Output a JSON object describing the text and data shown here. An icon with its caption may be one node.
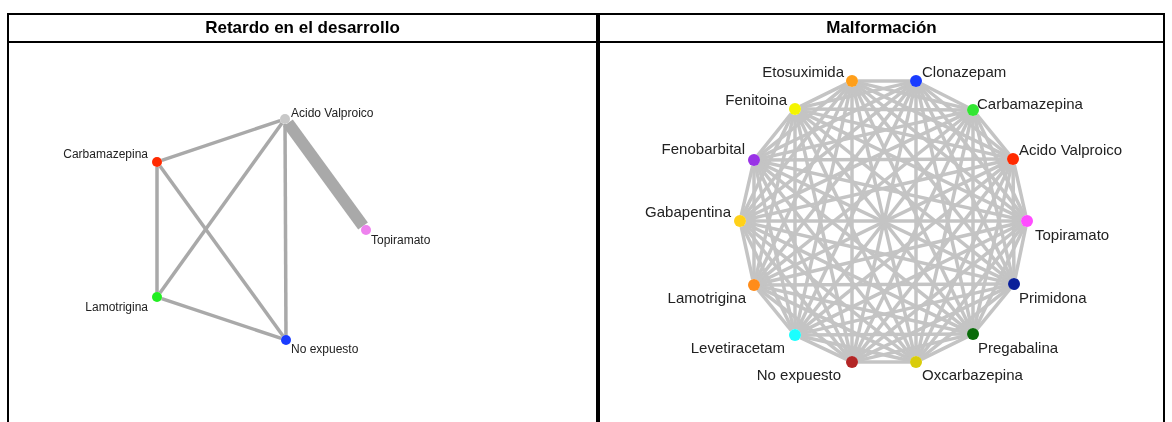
{
  "diagram": {
    "nodes": [
      {
        "text": [
          "Retardo en el desarrollo"
        ]
      },
      {
        "text": [],
        "shape": "circle",
        "beside": [
          "Acido Valproico"
        ],
        "in": 0
      },
      {
        "text": [],
        "shape": "circle",
        "beside": [
          "Carbamazepina"
        ],
        "in": 0
      },
      {
        "text": [],
        "shape": "circle",
        "beside": [
          "Topiramato"
        ],
        "in": 0
      },
      {
        "text": [],
        "shape": "circle",
        "beside": [
          "Lamotrigina"
        ],
        "in": 0
      },
      {
        "text": [],
        "shape": "circle",
        "beside": [
          "No expuesto"
        ],
        "in": 0
      },
      {
        "text": [
          "Malformación"
        ]
      },
      {
        "text": [],
        "shape": "circle",
        "beside": [
          "Etosuximida"
        ],
        "in": 6
      },
      {
        "text": [],
        "shape": "circle",
        "beside": [
          "Clonazepam"
        ],
        "in": 6
      },
      {
        "text": [],
        "shape": "circle",
        "beside": [
          "Fenitoina"
        ],
        "in": 6
      },
      {
        "text": [],
        "shape": "circle",
        "beside": [
          "Carbamazepina"
        ],
        "in": 6
      },
      {
        "text": [],
        "shape": "circle",
        "beside": [
          "Fenobarbital"
        ],
        "in": 6
      },
      {
        "text": [],
        "shape": "circle",
        "beside": [
          "Acido Valproico"
        ],
        "in": 6
      },
      {
        "text": [],
        "shape": "circle",
        "beside": [
          "Gabapentina"
        ],
        "in": 6
      },
      {
        "text": [],
        "shape": "circle",
        "beside": [
          "Topiramato"
        ],
        "in": 6
      },
      {
        "text": [],
        "shape": "circle",
        "beside": [
          "Lamotrigina"
        ],
        "in": 6
      },
      {
        "text": [],
        "shape": "circle",
        "beside": [
          "Primidona"
        ],
        "in": 6
      },
      {
        "text": [],
        "shape": "circle",
        "beside": [
          "Levetiracetam"
        ],
        "in": 6
      },
      {
        "text": [],
        "shape": "circle",
        "beside": [
          "Pregabalina"
        ],
        "in": 6
      },
      {
        "text": [],
        "shape": "circle",
        "beside": [
          "No expuesto"
        ],
        "in": 6
      },
      {
        "text": [],
        "shape": "circle",
        "beside": [
          "Oxcarbazepina"
        ],
        "in": 6
      }
    ],
    "edges": [
      {
        "from": 1,
        "to": 2,
        "arrow": "none"
      },
      {
        "from": 1,
        "to": 3,
        "arrow": "none",
        "style": "thick"
      },
      {
        "from": 1,
        "to": 4,
        "arrow": "none"
      },
      {
        "from": 1,
        "to": 5,
        "arrow": "none"
      },
      {
        "from": 2,
        "to": 4,
        "arrow": "none"
      },
      {
        "from": 2,
        "to": 5,
        "arrow": "none"
      },
      {
        "from": 4,
        "to": 5,
        "arrow": "none"
      },
      {
        "from": 7,
        "to": 8,
        "arrow": "none"
      },
      {
        "from": 7,
        "to": 9,
        "arrow": "none"
      },
      {
        "from": 7,
        "to": 10,
        "arrow": "none"
      },
      {
        "from": 7,
        "to": 11,
        "arrow": "none"
      },
      {
        "from": 7,
        "to": 12,
        "arrow": "none"
      },
      {
        "from": 7,
        "to": 13,
        "arrow": "none"
      },
      {
        "from": 7,
        "to": 14,
        "arrow": "none"
      },
      {
        "from": 7,
        "to": 15,
        "arrow": "none"
      },
      {
        "from": 7,
        "to": 16,
        "arrow": "none"
      },
      {
        "from": 7,
        "to": 17,
        "arrow": "none"
      },
      {
        "from": 7,
        "to": 18,
        "arrow": "none"
      },
      {
        "from": 7,
        "to": 19,
        "arrow": "none"
      },
      {
        "from": 7,
        "to": 20,
        "arrow": "none"
      },
      {
        "from": 8,
        "to": 9,
        "arrow": "none"
      },
      {
        "from": 8,
        "to": 10,
        "arrow": "none"
      },
      {
        "from": 8,
        "to": 11,
        "arrow": "none"
      },
      {
        "from": 8,
        "to": 12,
        "arrow": "none"
      },
      {
        "from": 8,
        "to": 13,
        "arrow": "none"
      },
      {
        "from": 8,
        "to": 14,
        "arrow": "none"
      },
      {
        "from": 8,
        "to": 15,
        "arrow": "none"
      },
      {
        "from": 8,
        "to": 16,
        "arrow": "none"
      },
      {
        "from": 8,
        "to": 17,
        "arrow": "none"
      },
      {
        "from": 8,
        "to": 18,
        "arrow": "none"
      },
      {
        "from": 8,
        "to": 19,
        "arrow": "none"
      },
      {
        "from": 8,
        "to": 20,
        "arrow": "none"
      },
      {
        "from": 9,
        "to": 10,
        "arrow": "none"
      },
      {
        "from": 9,
        "to": 11,
        "arrow": "none"
      },
      {
        "from": 9,
        "to": 12,
        "arrow": "none"
      },
      {
        "from": 9,
        "to": 13,
        "arrow": "none"
      },
      {
        "from": 9,
        "to": 14,
        "arrow": "none"
      },
      {
        "from": 9,
        "to": 15,
        "arrow": "none"
      },
      {
        "from": 9,
        "to": 16,
        "arrow": "none"
      },
      {
        "from": 9,
        "to": 17,
        "arrow": "none"
      },
      {
        "from": 9,
        "to": 18,
        "arrow": "none"
      },
      {
        "from": 9,
        "to": 19,
        "arrow": "none"
      },
      {
        "from": 9,
        "to": 20,
        "arrow": "none"
      },
      {
        "from": 10,
        "to": 11,
        "arrow": "none"
      },
      {
        "from": 10,
        "to": 12,
        "arrow": "none"
      },
      {
        "from": 10,
        "to": 13,
        "arrow": "none"
      },
      {
        "from": 10,
        "to": 14,
        "arrow": "none"
      },
      {
        "from": 10,
        "to": 15,
        "arrow": "none"
      },
      {
        "from": 10,
        "to": 16,
        "arrow": "none"
      },
      {
        "from": 10,
        "to": 17,
        "arrow": "none"
      },
      {
        "from": 10,
        "to": 18,
        "arrow": "none"
      },
      {
        "from": 10,
        "to": 19,
        "arrow": "none"
      },
      {
        "from": 10,
        "to": 20,
        "arrow": "none"
      },
      {
        "from": 11,
        "to": 12,
        "arrow": "none"
      },
      {
        "from": 11,
        "to": 13,
        "arrow": "none"
      },
      {
        "from": 11,
        "to": 14,
        "arrow": "none"
      },
      {
        "from": 11,
        "to": 15,
        "arrow": "none"
      },
      {
        "from": 11,
        "to": 16,
        "arrow": "none"
      },
      {
        "from": 11,
        "to": 17,
        "arrow": "none"
      },
      {
        "from": 11,
        "to": 18,
        "arrow": "none"
      },
      {
        "from": 11,
        "to": 19,
        "arrow": "none"
      },
      {
        "from": 11,
        "to": 20,
        "arrow": "none"
      },
      {
        "from": 12,
        "to": 13,
        "arrow": "none"
      },
      {
        "from": 12,
        "to": 14,
        "arrow": "none"
      },
      {
        "from": 12,
        "to": 15,
        "arrow": "none"
      },
      {
        "from": 12,
        "to": 16,
        "arrow": "none"
      },
      {
        "from": 12,
        "to": 17,
        "arrow": "none"
      },
      {
        "from": 12,
        "to": 18,
        "arrow": "none"
      },
      {
        "from": 12,
        "to": 19,
        "arrow": "none"
      },
      {
        "from": 12,
        "to": 20,
        "arrow": "none"
      },
      {
        "from": 13,
        "to": 14,
        "arrow": "none"
      },
      {
        "from": 13,
        "to": 15,
        "arrow": "none"
      },
      {
        "from": 13,
        "to": 16,
        "arrow": "none"
      },
      {
        "from": 13,
        "to": 17,
        "arrow": "none"
      },
      {
        "from": 13,
        "to": 18,
        "arrow": "none"
      },
      {
        "from": 13,
        "to": 19,
        "arrow": "none"
      },
      {
        "from": 13,
        "to": 20,
        "arrow": "none"
      },
      {
        "from": 14,
        "to": 15,
        "arrow": "none"
      },
      {
        "from": 14,
        "to": 16,
        "arrow": "none"
      },
      {
        "from": 14,
        "to": 17,
        "arrow": "none"
      },
      {
        "from": 14,
        "to": 18,
        "arrow": "none"
      },
      {
        "from": 14,
        "to": 19,
        "arrow": "none"
      },
      {
        "from": 14,
        "to": 20,
        "arrow": "none"
      },
      {
        "from": 15,
        "to": 16,
        "arrow": "none"
      },
      {
        "from": 15,
        "to": 17,
        "arrow": "none"
      },
      {
        "from": 15,
        "to": 18,
        "arrow": "none"
      },
      {
        "from": 15,
        "to": 19,
        "arrow": "none"
      },
      {
        "from": 15,
        "to": 20,
        "arrow": "none"
      },
      {
        "from": 16,
        "to": 17,
        "arrow": "none"
      },
      {
        "from": 16,
        "to": 18,
        "arrow": "none"
      },
      {
        "from": 16,
        "to": 19,
        "arrow": "none"
      },
      {
        "from": 16,
        "to": 20,
        "arrow": "none"
      },
      {
        "from": 17,
        "to": 18,
        "arrow": "none"
      },
      {
        "from": 17,
        "to": 19,
        "arrow": "none"
      },
      {
        "from": 17,
        "to": 20,
        "arrow": "none"
      },
      {
        "from": 18,
        "to": 19,
        "arrow": "none"
      },
      {
        "from": 18,
        "to": 20,
        "arrow": "none"
      },
      {
        "from": 19,
        "to": 20,
        "arrow": "none"
      }
    ]
  }
}
